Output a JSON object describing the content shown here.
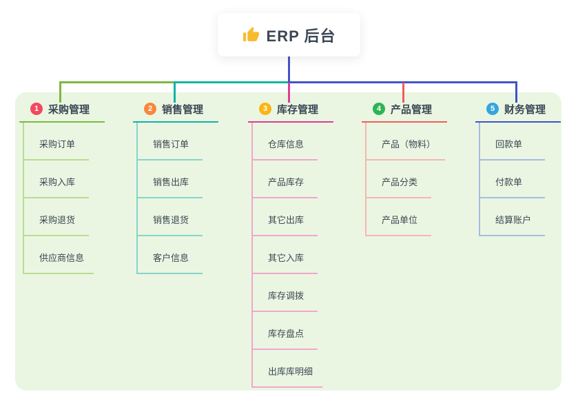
{
  "root": {
    "title": "ERP 后台",
    "icon": "thumbs-up-icon",
    "icon_color": "#f8bb2d",
    "connector_color": "#4553c9"
  },
  "canvas": {
    "page_bg": "#ffffff",
    "panel_bg": "#eaf6e2"
  },
  "branches": [
    {
      "index": "1",
      "title": "采购管理",
      "badge_color": "#f4485e",
      "line_color": "#7cb93e",
      "child_line_color": "#b8dc90",
      "children": [
        "采购订单",
        "采购入库",
        "采购退货",
        "供应商信息"
      ]
    },
    {
      "index": "2",
      "title": "销售管理",
      "badge_color": "#f8873d",
      "line_color": "#10b3a6",
      "child_line_color": "#84d5cb",
      "children": [
        "销售订单",
        "销售出库",
        "销售退货",
        "客户信息"
      ]
    },
    {
      "index": "3",
      "title": "库存管理",
      "badge_color": "#fbb515",
      "line_color": "#e23a97",
      "child_line_color": "#f3a5cf",
      "children": [
        "仓库信息",
        "产品库存",
        "其它出库",
        "其它入库",
        "库存调拨",
        "库存盘点",
        "出库库明细"
      ]
    },
    {
      "index": "4",
      "title": "产品管理",
      "badge_color": "#2eb454",
      "line_color": "#f05c5c",
      "child_line_color": "#f8b5b5",
      "children": [
        "产品（物料）",
        "产品分类",
        "产品单位"
      ]
    },
    {
      "index": "5",
      "title": "财务管理",
      "badge_color": "#36a4df",
      "line_color": "#4053c6",
      "child_line_color": "#a7bbe2",
      "children": [
        "回款单",
        "付款单",
        "结算账户"
      ]
    }
  ]
}
